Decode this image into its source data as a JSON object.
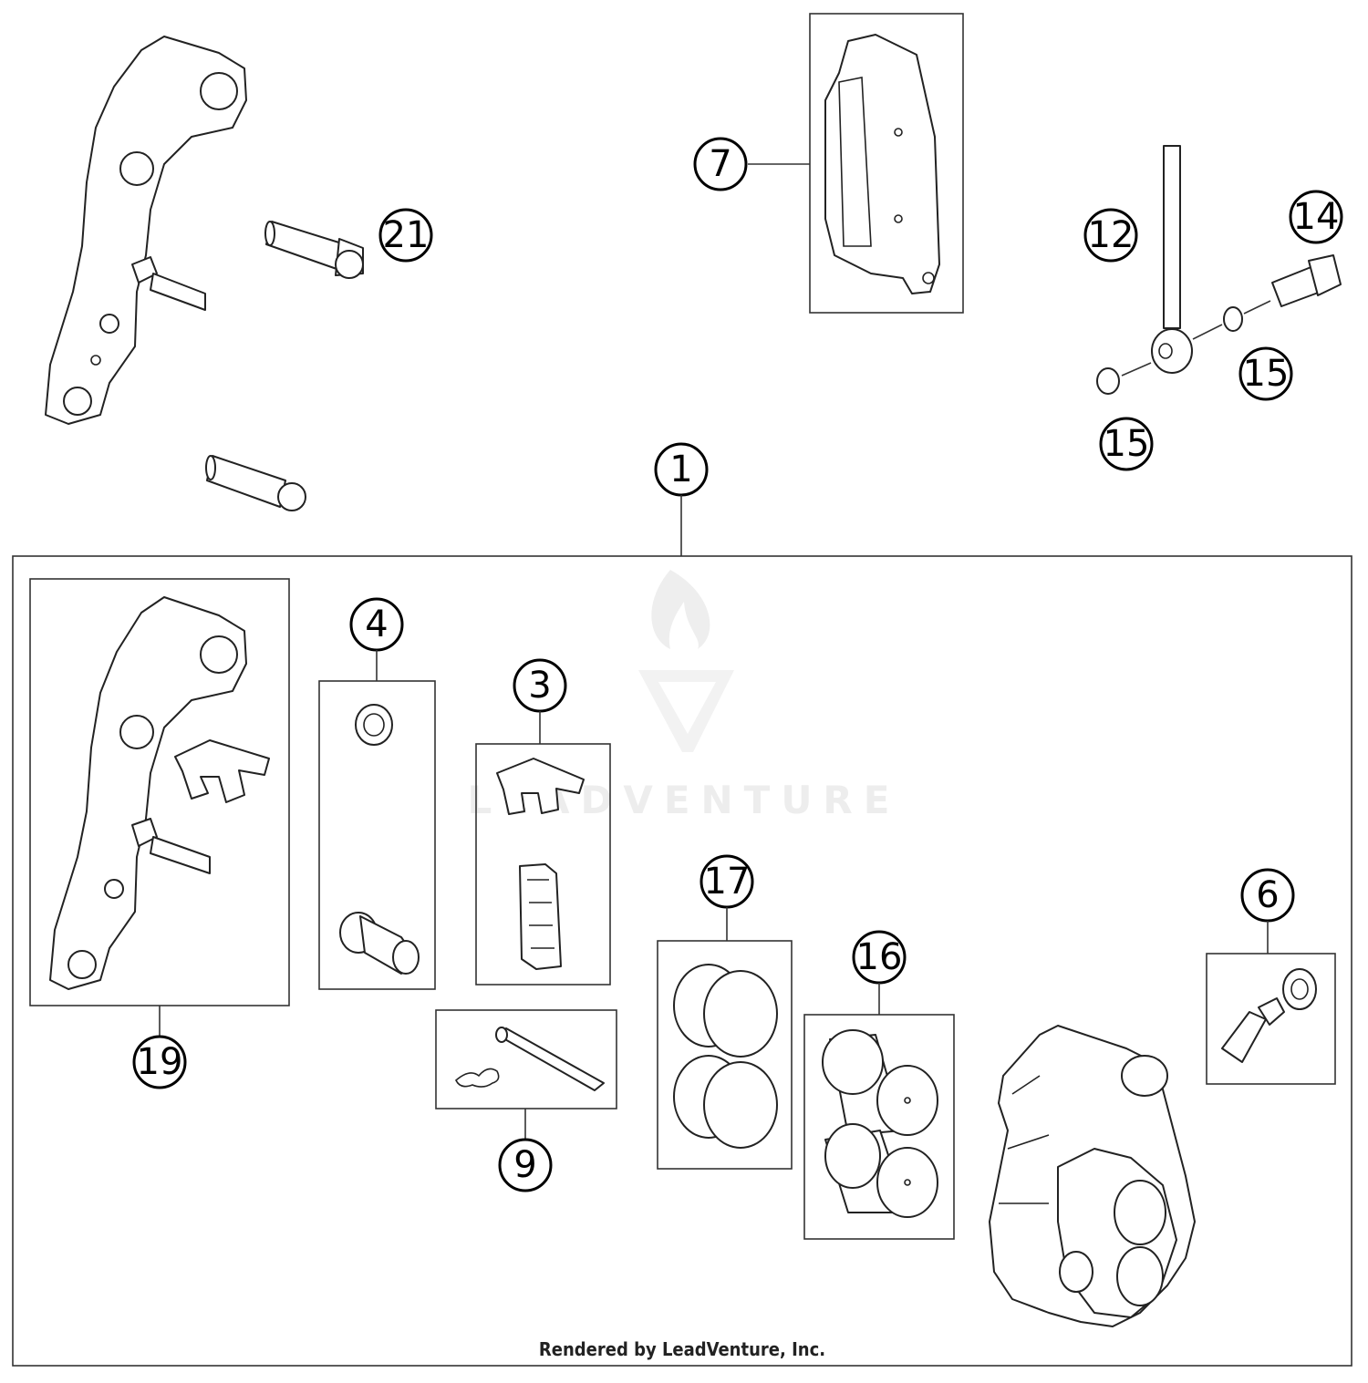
{
  "callouts": {
    "c1": "1",
    "c3": "3",
    "c4": "4",
    "c6": "6",
    "c7": "7",
    "c9": "9",
    "c12": "12",
    "c14": "14",
    "c15a": "15",
    "c15b": "15",
    "c16": "16",
    "c17": "17",
    "c19": "19",
    "c21": "21"
  },
  "watermark": {
    "text": "LEADVENTURE"
  },
  "footer": {
    "text": "Rendered by LeadVenture, Inc."
  }
}
